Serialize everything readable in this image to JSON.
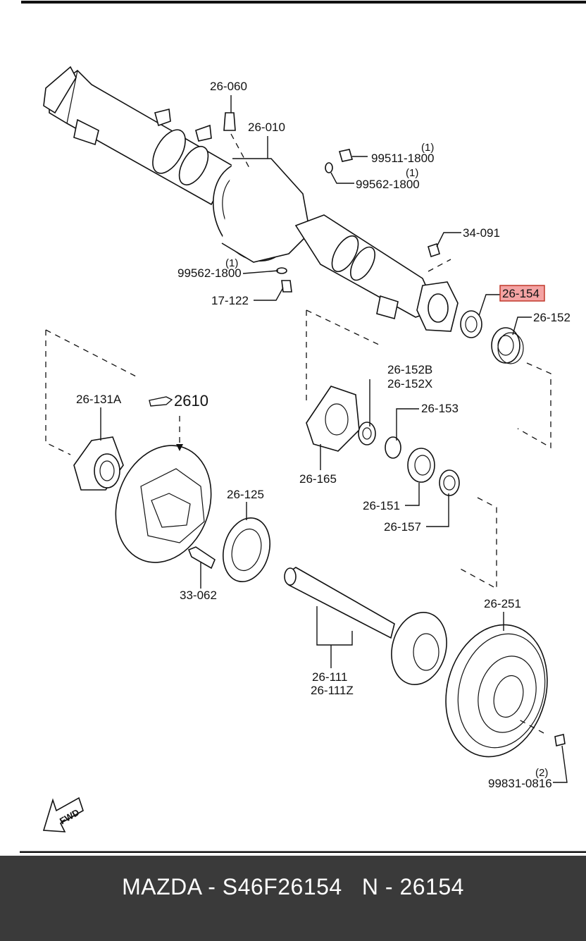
{
  "diagram": {
    "highlight_color": "#f4a3a3",
    "part_labels": {
      "p26_060": "26-060",
      "p26_010": "26-010",
      "p99511_qty": "(1)",
      "p99511": "99511-1800",
      "p99562_top_qty": "(1)",
      "p99562_top": "99562-1800",
      "p34_091": "34-091",
      "p26_154": "26-154",
      "p26_152": "26-152",
      "p99562_left_qty": "(1)",
      "p99562_left": "99562-1800",
      "p17_122": "17-122",
      "p26_131a": "26-131A",
      "p2610": "2610",
      "p26_152b": "26-152B",
      "p26_152x": "26-152X",
      "p26_153": "26-153",
      "p26_165": "26-165",
      "p26_151": "26-151",
      "p26_157": "26-157",
      "p26_125": "26-125",
      "p33_062": "33-062",
      "p26_251": "26-251",
      "p26_111": "26-111",
      "p26_111z": "26-111Z",
      "p99831_qty": "(2)",
      "p99831": "99831-0816",
      "fwd": "FWD"
    }
  },
  "footer": {
    "brand": "MAZDA",
    "part_number": "S46F26154",
    "ref": "N - 26154",
    "separator": " - "
  }
}
